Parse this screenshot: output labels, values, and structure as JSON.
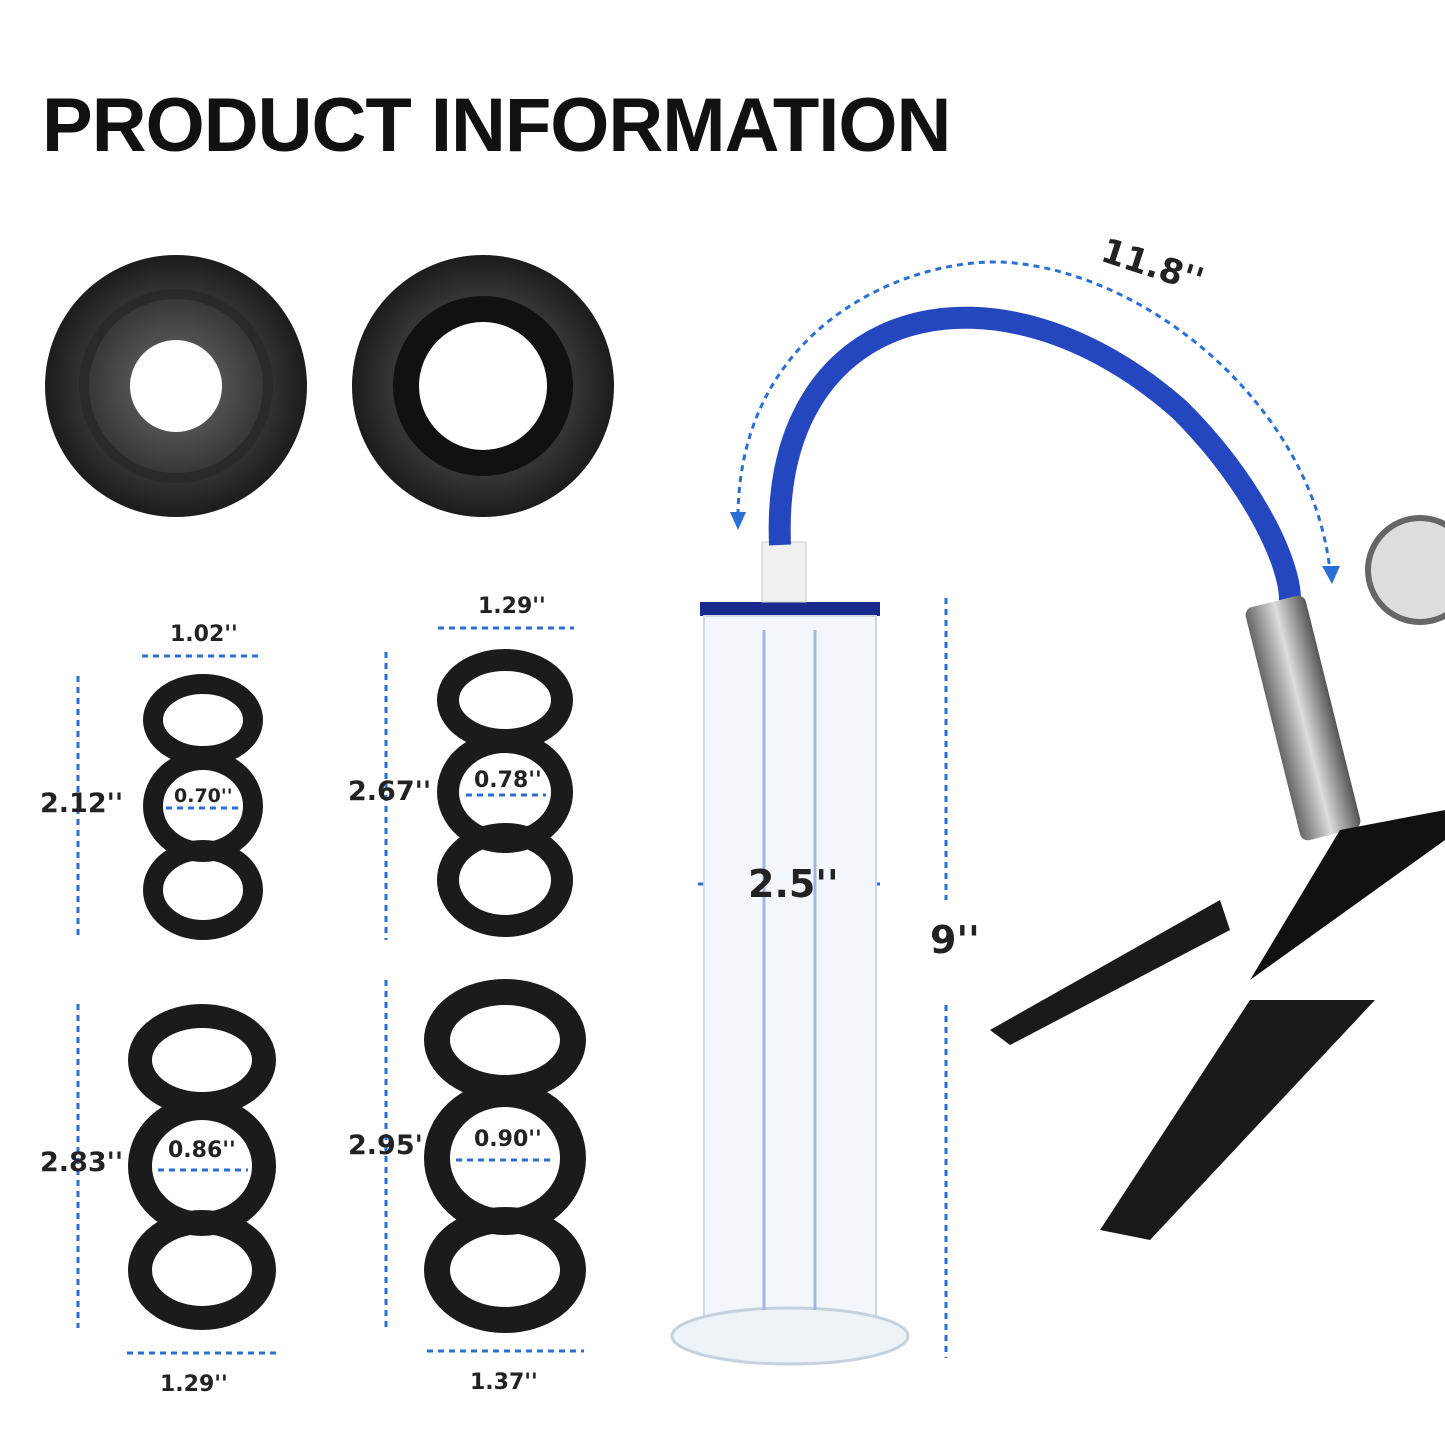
{
  "title": "PRODUCT INFORMATION",
  "colors": {
    "accent": "#2a6fd6",
    "hose": "#2447c0",
    "rubber": "#1a1a1a"
  },
  "hose": {
    "length": "11.8''"
  },
  "cylinder": {
    "diameter": "2.5''",
    "height": "9''"
  },
  "rings": [
    {
      "width": "1.02''",
      "height": "2.12''",
      "inner": "0.70''"
    },
    {
      "width": "1.29''",
      "height": "2.67''",
      "inner": "0.78''"
    },
    {
      "width": "1.29''",
      "height": "2.83''",
      "inner": "0.86''"
    },
    {
      "width": "1.37''",
      "height": "2.95'",
      "inner": "0.90''"
    }
  ]
}
